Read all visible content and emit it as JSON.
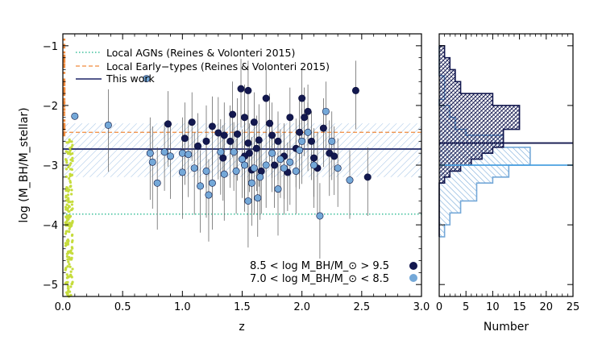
{
  "chart_data": [
    {
      "type": "scatter",
      "xlabel": "z",
      "ylabel": "log (M_BH/M_stellar)",
      "xlim": [
        0,
        3
      ],
      "ylim": [
        -5.2,
        -0.8
      ],
      "xticks": [
        "0.0",
        "0.5",
        "1.0",
        "1.5",
        "2.0",
        "2.5",
        "3.0"
      ],
      "yticks": [
        "−1",
        "−2",
        "−3",
        "−4",
        "−5"
      ],
      "grid": false,
      "legend_position": "top-left",
      "legend": [
        {
          "label": "Local AGNs (Reines & Volonteri 2015)",
          "style": "dotted",
          "color": "#3cbf9a"
        },
        {
          "label": "Local Early−types (Reines & Volonteri 2015)",
          "style": "dashed",
          "color": "#f08a3c"
        },
        {
          "label": "This work",
          "style": "solid",
          "color": "#1d2466"
        }
      ],
      "series_legend_position": "bottom-right",
      "series_legend": [
        {
          "label": "8.5 < log M_BH/M_⊙ > 9.5",
          "color": "#13184f"
        },
        {
          "label": "7.0 < log M_BH/M_⊙ < 8.5",
          "color": "#74a8d8"
        }
      ],
      "reference_lines": {
        "local_agn": -3.82,
        "local_early_types": -2.45,
        "this_work": -2.73
      },
      "shaded_band": [
        -3.2,
        -2.3
      ],
      "series": [
        {
          "color": "#13184f",
          "points": [
            [
              0.88,
              -2.31,
              0.55
            ],
            [
              1.02,
              -2.55,
              0.6
            ],
            [
              1.08,
              -2.28,
              0.5
            ],
            [
              1.13,
              -2.68,
              0.55
            ],
            [
              1.2,
              -2.6,
              0.6
            ],
            [
              1.25,
              -2.35,
              0.5
            ],
            [
              1.3,
              -2.46,
              0.6
            ],
            [
              1.35,
              -2.5,
              0.55
            ],
            [
              1.4,
              -2.6,
              0.6
            ],
            [
              1.42,
              -2.15,
              0.55
            ],
            [
              1.46,
              -2.48,
              0.6
            ],
            [
              1.49,
              -1.72,
              0.5
            ],
            [
              1.52,
              -2.2,
              0.55
            ],
            [
              1.55,
              -1.75,
              0.5
            ],
            [
              1.55,
              -2.63,
              0.55
            ],
            [
              1.56,
              -2.8,
              0.5
            ],
            [
              1.58,
              -3.08,
              0.55
            ],
            [
              1.6,
              -2.28,
              0.5
            ],
            [
              1.62,
              -2.72,
              0.55
            ],
            [
              1.64,
              -2.58,
              0.6
            ],
            [
              1.66,
              -3.1,
              0.55
            ],
            [
              1.7,
              -1.88,
              0.5
            ],
            [
              1.73,
              -2.3,
              0.5
            ],
            [
              1.77,
              -3.0,
              0.55
            ],
            [
              1.8,
              -2.6,
              0.5
            ],
            [
              1.85,
              -2.85,
              0.55
            ],
            [
              1.9,
              -2.2,
              0.5
            ],
            [
              1.95,
              -2.72,
              0.5
            ],
            [
              1.98,
              -2.45,
              0.55
            ],
            [
              2.0,
              -1.88,
              0.5
            ],
            [
              2.05,
              -2.1,
              0.45
            ],
            [
              2.08,
              -2.6,
              0.5
            ],
            [
              2.1,
              -2.88,
              0.5
            ],
            [
              2.13,
              -3.05,
              0.6
            ],
            [
              2.18,
              -2.38,
              0.5
            ],
            [
              2.23,
              -2.8,
              0.55
            ],
            [
              2.27,
              -2.85,
              0.5
            ],
            [
              2.45,
              -1.75,
              0.5
            ],
            [
              2.55,
              -3.2,
              0.5
            ],
            [
              1.52,
              -2.85,
              0.6
            ],
            [
              1.75,
              -2.5,
              0.55
            ],
            [
              1.88,
              -3.12,
              0.5
            ],
            [
              2.02,
              -2.2,
              0.5
            ],
            [
              1.34,
              -2.88,
              0.55
            ]
          ]
        },
        {
          "color": "#74a8d8",
          "points": [
            [
              0.1,
              -2.18,
              0.0
            ],
            [
              0.38,
              -2.33,
              0.6
            ],
            [
              0.7,
              -1.55,
              0.0
            ],
            [
              0.73,
              -2.8,
              0.6
            ],
            [
              0.75,
              -2.95,
              0.6
            ],
            [
              0.79,
              -3.3,
              0.6
            ],
            [
              0.85,
              -2.78,
              0.5
            ],
            [
              0.9,
              -2.85,
              0.55
            ],
            [
              1.0,
              -2.8,
              0.6
            ],
            [
              1.0,
              -3.12,
              0.6
            ],
            [
              1.05,
              -2.82,
              0.55
            ],
            [
              1.1,
              -3.05,
              0.6
            ],
            [
              1.15,
              -3.35,
              0.6
            ],
            [
              1.2,
              -3.1,
              0.6
            ],
            [
              1.22,
              -3.5,
              0.6
            ],
            [
              1.25,
              -3.3,
              0.6
            ],
            [
              1.32,
              -2.78,
              0.55
            ],
            [
              1.35,
              -3.15,
              0.6
            ],
            [
              1.45,
              -3.1,
              0.55
            ],
            [
              1.5,
              -2.9,
              0.5
            ],
            [
              1.52,
              -3.0,
              0.6
            ],
            [
              1.55,
              -3.6,
              0.6
            ],
            [
              1.58,
              -3.3,
              0.55
            ],
            [
              1.6,
              -3.05,
              0.6
            ],
            [
              1.65,
              -3.2,
              0.55
            ],
            [
              1.7,
              -3.0,
              0.55
            ],
            [
              1.75,
              -2.8,
              0.5
            ],
            [
              1.8,
              -3.4,
              0.6
            ],
            [
              1.85,
              -3.05,
              0.6
            ],
            [
              1.9,
              -2.95,
              0.55
            ],
            [
              1.95,
              -3.1,
              0.55
            ],
            [
              2.0,
              -2.6,
              0.55
            ],
            [
              2.05,
              -2.45,
              0.5
            ],
            [
              2.1,
              -3.0,
              0.55
            ],
            [
              2.15,
              -3.85,
              0.55
            ],
            [
              2.2,
              -2.1,
              0.5
            ],
            [
              2.25,
              -2.6,
              0.5
            ],
            [
              2.3,
              -3.05,
              0.5
            ],
            [
              2.4,
              -3.25,
              0.5
            ],
            [
              1.43,
              -2.78,
              0.5
            ],
            [
              1.63,
              -3.55,
              0.5
            ],
            [
              1.82,
              -2.9,
              0.5
            ],
            [
              1.98,
              -2.75,
              0.5
            ]
          ]
        }
      ],
      "local_agn_points_z": 0.04,
      "local_agn_range": [
        -5.2,
        -2.5
      ],
      "local_early_range": [
        -2.5,
        -0.8
      ]
    },
    {
      "type": "bar",
      "orientation": "horizontal",
      "xlabel": "Number",
      "xlim": [
        0,
        25
      ],
      "xticks": [
        "0",
        "5",
        "10",
        "15",
        "20",
        "25"
      ],
      "bins_start": -4.2,
      "bin_width": 0.1,
      "series": [
        {
          "color": "#13184f",
          "hatch": "crosshatch",
          "counts": [
            0,
            0,
            0,
            0,
            0,
            0,
            0,
            0,
            0,
            1,
            2,
            4,
            6,
            8,
            10,
            12,
            12,
            12,
            15,
            15,
            15,
            15,
            10,
            10,
            4,
            4,
            3,
            3,
            2,
            2,
            1,
            1
          ]
        },
        {
          "color": "#74a8d8",
          "hatch": "diagonal",
          "counts": [
            1,
            1,
            2,
            2,
            4,
            4,
            7,
            7,
            7,
            10,
            13,
            13,
            17,
            17,
            17,
            12,
            12,
            5,
            3,
            3,
            2,
            2,
            0,
            1,
            1,
            1,
            1,
            0,
            0,
            0,
            0,
            0
          ]
        }
      ],
      "reference_lines": {
        "dark": -2.63,
        "light": -3.0
      }
    }
  ]
}
